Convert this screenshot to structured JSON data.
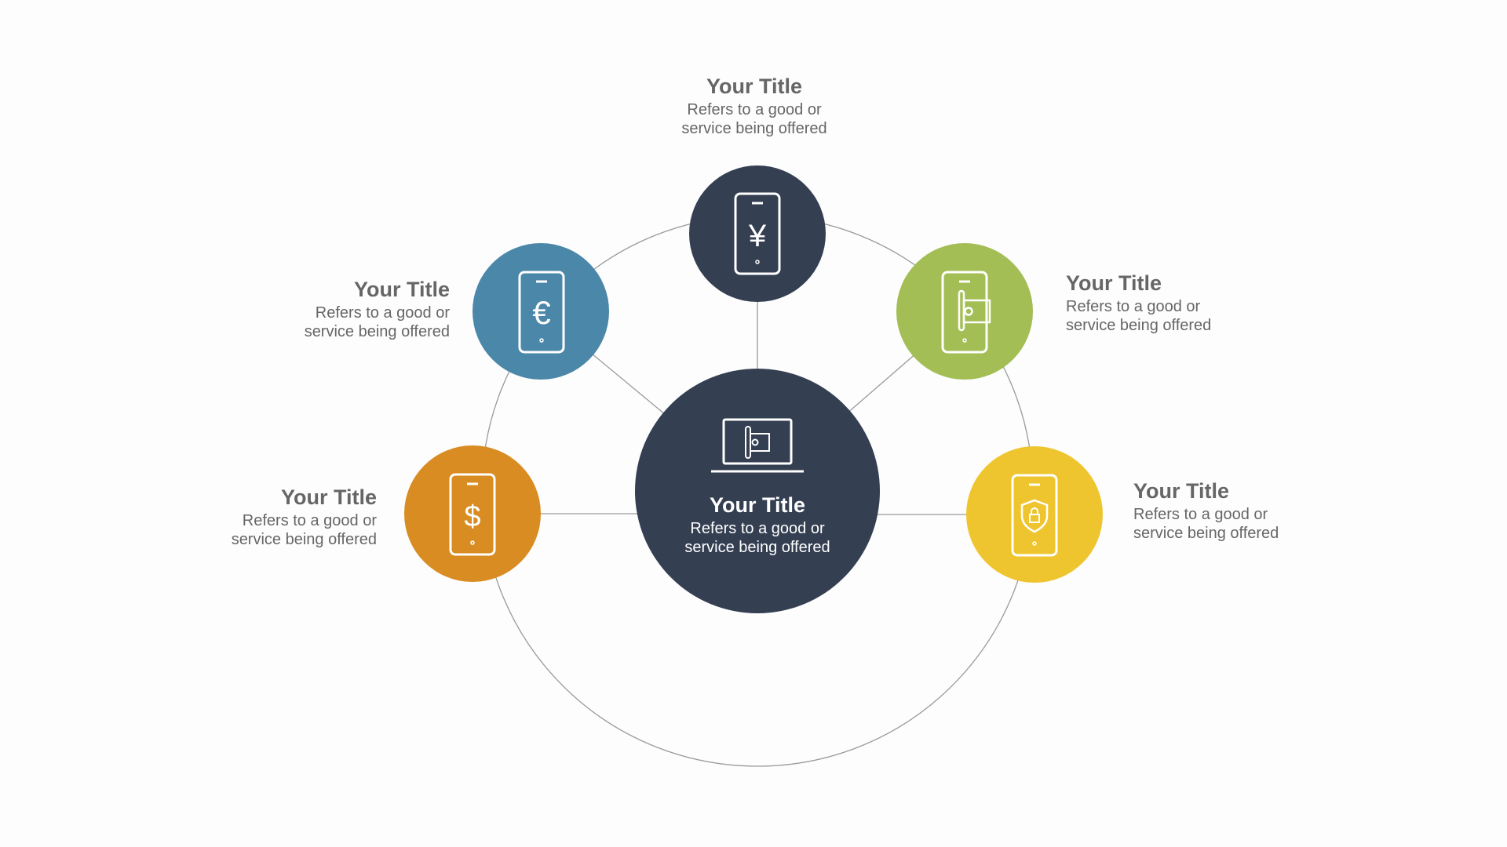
{
  "colors": {
    "navy": "#343f52",
    "blue": "#4a87a8",
    "green": "#a3be55",
    "orange": "#d88c22",
    "yellow": "#efc52f",
    "line": "#9a9a9a",
    "text": "#666666"
  },
  "center": {
    "title": "Your Title",
    "desc1": "Refers to a good or",
    "desc2": "service being offered",
    "icon": "laptop-cash-icon"
  },
  "nodes": [
    {
      "id": "top",
      "title": "Your Title",
      "desc1": "Refers to a good or",
      "desc2": "service being offered",
      "icon": "phone-yen-icon"
    },
    {
      "id": "upper-left",
      "title": "Your Title",
      "desc1": "Refers to a good or",
      "desc2": "service being offered",
      "icon": "phone-euro-icon"
    },
    {
      "id": "upper-right",
      "title": "Your Title",
      "desc1": "Refers to a good or",
      "desc2": "service being offered",
      "icon": "phone-cash-icon"
    },
    {
      "id": "lower-left",
      "title": "Your Title",
      "desc1": "Refers to a good or",
      "desc2": "service being offered",
      "icon": "phone-dollar-icon"
    },
    {
      "id": "lower-right",
      "title": "Your Title",
      "desc1": "Refers to a good or",
      "desc2": "service being offered",
      "icon": "phone-shield-lock-icon"
    }
  ],
  "symbols": {
    "yen": "¥",
    "euro": "€",
    "dollar": "$"
  }
}
